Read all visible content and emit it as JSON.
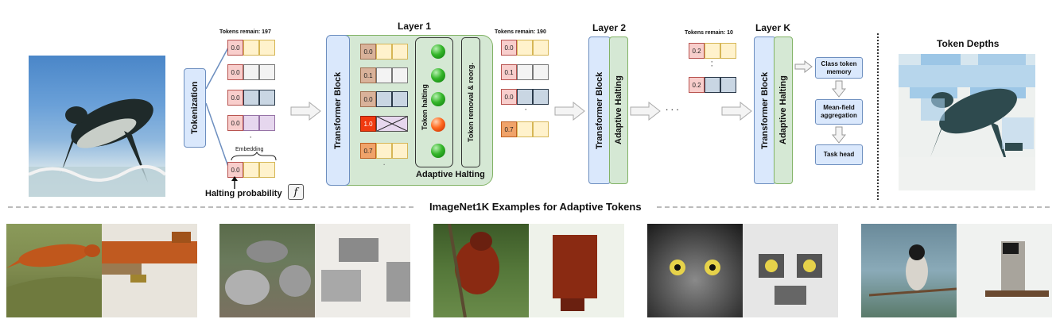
{
  "tokenization_label": "Tokenization",
  "tokens_remain_197": "Tokens remain: 197",
  "tokens_remain_190": "Tokens remain: 190",
  "tokens_remain_10": "Tokens remain: 10",
  "embedding_label": "Embedding",
  "halting_probability_label": "Halting probability",
  "halting_fn_symbol": "f",
  "layer1_title": "Layer 1",
  "layer2_title": "Layer 2",
  "layerk_title": "Layer K",
  "transformer_block_label": "Transformer  Block",
  "adaptive_halting_label": "Adaptive Halting",
  "token_halting_label": "Token halting",
  "token_removal_label": "Token removal & reorg.",
  "adaptive_halting_title": "Adaptive Halting",
  "ellipsis": ". . .",
  "input_values": [
    "0.0",
    "0.0",
    "0.0",
    "0.0",
    "0.0"
  ],
  "layer1_values": [
    "0.0",
    "0.1",
    "0.0",
    "1.0",
    "0.7"
  ],
  "layer1_out_values": [
    "0.0",
    "0.1",
    "0.0",
    "0.7"
  ],
  "layerk_values": [
    "0.2",
    "0.2"
  ],
  "class_token_memory": "Class token memory",
  "mean_field_aggregation": "Mean-field aggregation",
  "task_head": "Task head",
  "token_depths_title": "Token Depths",
  "examples_title": "ImageNet1K Examples for Adaptive Tokens",
  "colors": {
    "transformer_fill": "#dae8fc",
    "halting_fill": "#d5e8d4",
    "layer1_panel": "#d5e8d4"
  }
}
